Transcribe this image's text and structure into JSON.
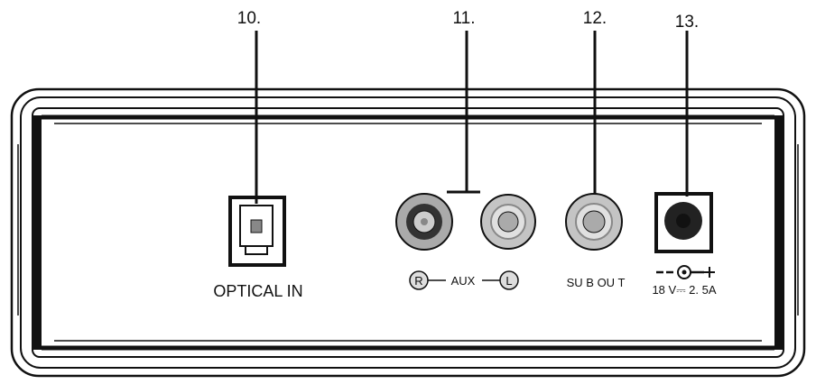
{
  "callouts": [
    {
      "id": "10",
      "text": "10."
    },
    {
      "id": "11",
      "text": "11."
    },
    {
      "id": "12",
      "text": "12."
    },
    {
      "id": "13",
      "text": "13."
    }
  ],
  "labels": {
    "optical_in": "OPTICAL IN",
    "aux_r": "R",
    "aux": "AUX",
    "aux_l": "L",
    "sub_out": "SU B OU T",
    "power_rating": "18 V⎓ 2. 5A"
  },
  "icons": {
    "optical": "optical-port-icon",
    "rca": "rca-jack-icon",
    "dc": "dc-jack-icon",
    "polarity": "dc-polarity-icon"
  },
  "colors": {
    "line": "#111111",
    "jack_outer": "#aaaaaa",
    "jack_core": "#e0e0e0"
  }
}
